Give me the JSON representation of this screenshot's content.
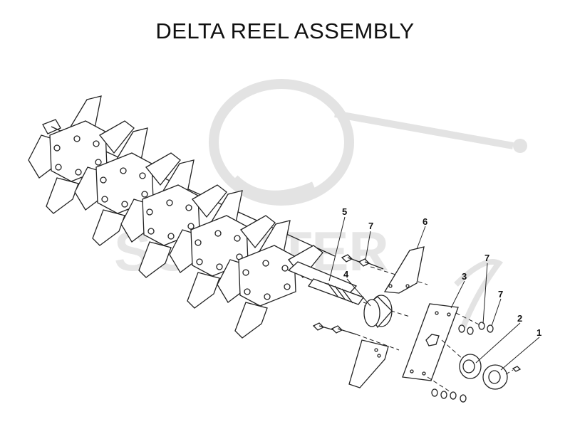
{
  "title": "DELTA REEL ASSEMBLY",
  "colors": {
    "line": "#222222",
    "watermark": "#e3e3e3"
  },
  "callouts": [
    {
      "id": "1",
      "label": "1"
    },
    {
      "id": "2",
      "label": "2"
    },
    {
      "id": "3",
      "label": "3"
    },
    {
      "id": "4",
      "label": "4"
    },
    {
      "id": "5",
      "label": "5"
    },
    {
      "id": "6",
      "label": "6"
    },
    {
      "id": "7a",
      "label": "7"
    },
    {
      "id": "7b",
      "label": "7"
    },
    {
      "id": "7c",
      "label": "7"
    }
  ],
  "watermark": {
    "text": "SCOOTER",
    "brand": "Scooter Hut logo"
  }
}
